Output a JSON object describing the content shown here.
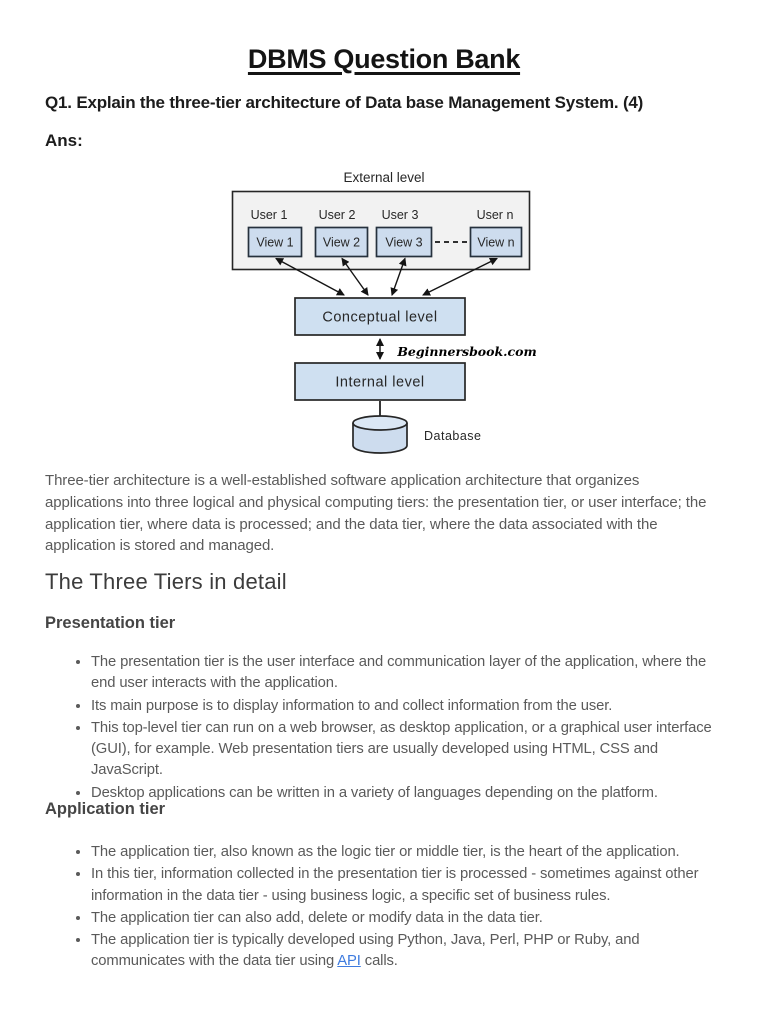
{
  "document": {
    "title": "DBMS Question Bank",
    "question": "Q1. Explain the three-tier architecture of Data base Management System. (4)",
    "answer_label": "Ans:",
    "intro_paragraph": "Three-tier architecture is a well-established software application architecture that organizes applications into three logical and physical computing tiers: the presentation tier, or user interface; the application tier, where data is processed; and the data tier, where the data associated with the application is stored and managed.",
    "section_heading": "The Three Tiers in detail",
    "presentation": {
      "heading": "Presentation tier",
      "bullets": [
        "The presentation tier is the user interface and communication layer of the application, where the end user interacts with the application.",
        "Its main purpose is to display information to and collect information from the user.",
        "This top-level tier can run on a web browser, as desktop application, or a graphical user interface (GUI), for example. Web presentation tiers are usually developed using HTML, CSS and JavaScript.",
        "Desktop applications can be written in a variety of languages depending on the platform."
      ]
    },
    "application": {
      "heading": "Application tier",
      "bullets": [
        "The application tier, also known as the logic tier or middle tier, is the heart of the application.",
        "In this tier, information collected in the presentation tier is processed - sometimes against other information in the data tier - using business logic, a specific set of business rules.",
        "The application tier can also add, delete or modify data in the data tier."
      ],
      "last_bullet": {
        "pre": "The application tier is typically developed using Python, Java, Perl, PHP or Ruby, and communicates with the data tier using ",
        "link_text": "API",
        "post": " calls."
      }
    }
  },
  "diagram": {
    "external_label": "External level",
    "user_labels": [
      "User 1",
      "User 2",
      "User 3",
      "User n"
    ],
    "view_labels": [
      "View 1",
      "View 2",
      "View 3",
      "View n"
    ],
    "conceptual_label": "Conceptual level",
    "internal_label": "Internal level",
    "database_label": "Database",
    "watermark": "Beginnersbook.com"
  },
  "colors": {
    "link": "#3e7bdf",
    "body_text": "#5a5a5a",
    "heading_text": "#3c3c3c",
    "title_text": "#141414",
    "diagram_view_fill": "#cddcee",
    "diagram_panel_fill": "#cfe0f1",
    "diagram_outer_fill": "#f2f2f2",
    "diagram_stroke": "#262626"
  }
}
